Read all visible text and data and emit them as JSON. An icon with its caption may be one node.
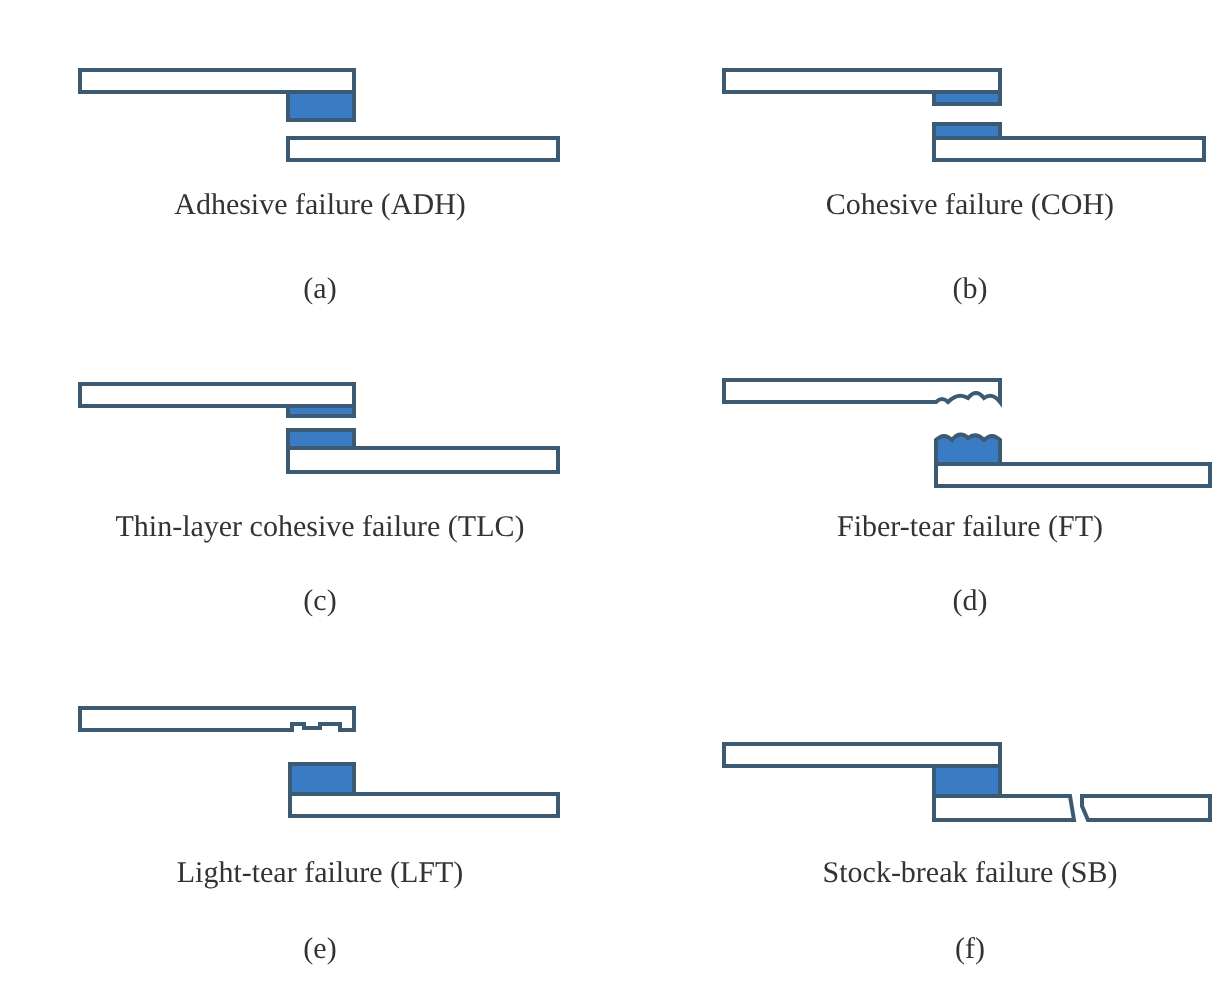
{
  "diagram": {
    "labels": [
      "Adhesive failure (ADH)",
      "Cohesive failure (COH)",
      "(a)",
      "(b)",
      "Thin-layer cohesive failure (TLC)",
      "Fiber-tear failure (FT)",
      "(c)",
      "(d)",
      "Light-tear failure (LFT)",
      "Stock-break failure (SB)",
      "(e)",
      "(f)"
    ]
  }
}
